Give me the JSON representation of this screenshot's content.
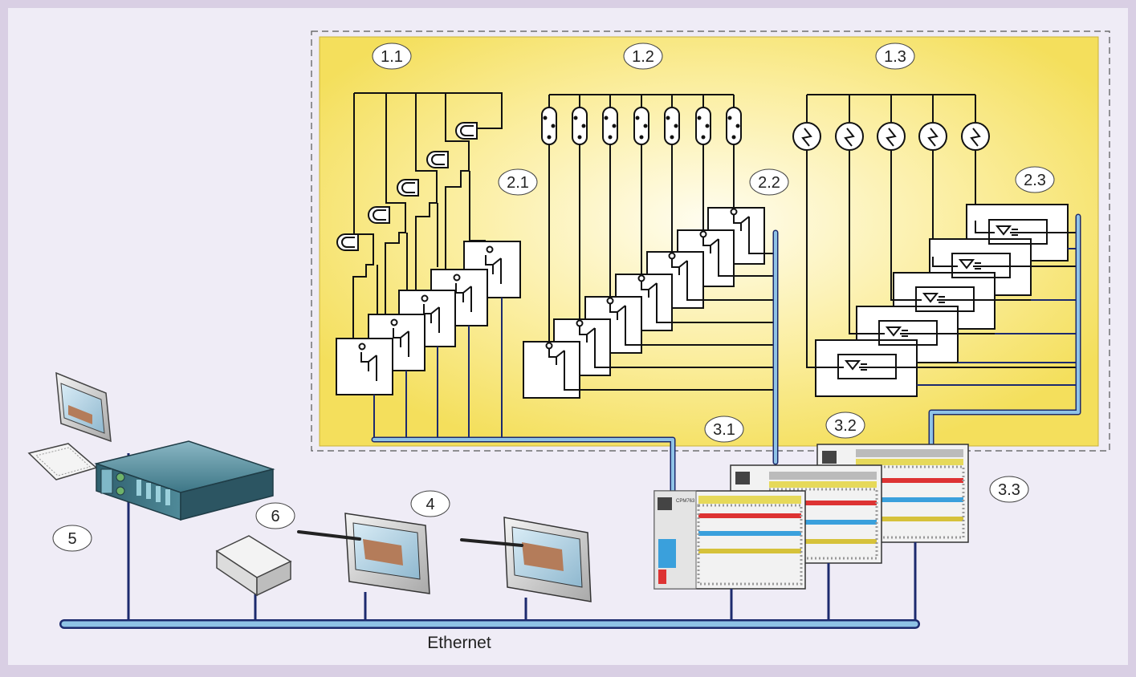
{
  "labels": {
    "l11": "1.1",
    "l12": "1.2",
    "l13": "1.3",
    "l21": "2.1",
    "l22": "2.2",
    "l23": "2.3",
    "l31": "3.1",
    "l32": "3.2",
    "l33": "3.3",
    "l4": "4",
    "l5": "5",
    "l6": "6"
  },
  "network": {
    "ethernet": "Ethernet"
  },
  "controller": {
    "model": "CPM763"
  },
  "colors": {
    "outer_frame": "#d9cfe4",
    "background": "#efecf6",
    "field_area": "#f7e46a",
    "field_area_center": "#fffbe6",
    "bus_line": "#8fc3e6",
    "wire_dark": "#1c2a6e",
    "server": "#3f7a8a"
  }
}
